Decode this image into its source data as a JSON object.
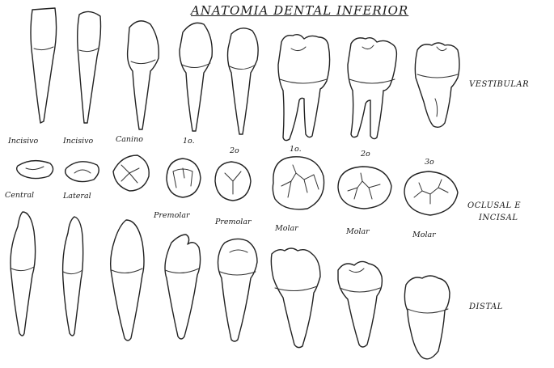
{
  "title": "ANATOMIA DENTAL INFERIOR",
  "row_labels": {
    "top": "VESTIBULAR",
    "middle_line1": "OCLUSAL E",
    "middle_line2": "INCISAL",
    "bottom": "DISTAL"
  },
  "type_labels": [
    "Incisivo",
    "Incisivo",
    "Canino",
    "1o.",
    "2o",
    "1o.",
    "2o",
    "3o"
  ],
  "name_labels": [
    "Central",
    "Lateral",
    "Premolar",
    "Premolar",
    "Molar",
    "Molar",
    "Molar"
  ]
}
